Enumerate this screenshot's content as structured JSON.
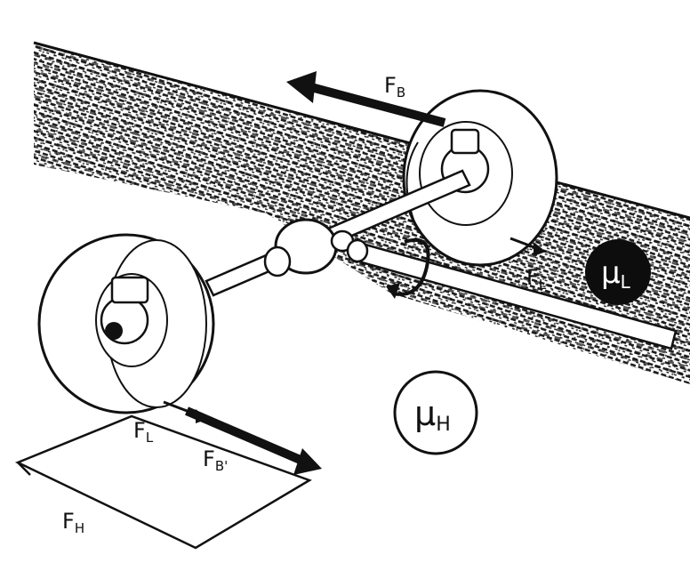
{
  "labels": {
    "fb": {
      "main": "F",
      "sub": "B"
    },
    "fb_prime": {
      "main": "F",
      "sub": "B'"
    },
    "fl_right": {
      "main": "F",
      "sub": "L"
    },
    "fl_left": {
      "main": "F",
      "sub": "L"
    },
    "fh": {
      "main": "F",
      "sub": "H"
    },
    "mu_low": {
      "main": "μ",
      "sub": "L"
    },
    "mu_high": {
      "main": "μ",
      "sub": "H"
    }
  },
  "colors": {
    "ink": "#111111",
    "background": "#ffffff",
    "surface_speckle": "#2a2a2a",
    "badge_dark": "#0d0d0d"
  },
  "icons": {
    "rotation": "curved-arrow-icon"
  }
}
